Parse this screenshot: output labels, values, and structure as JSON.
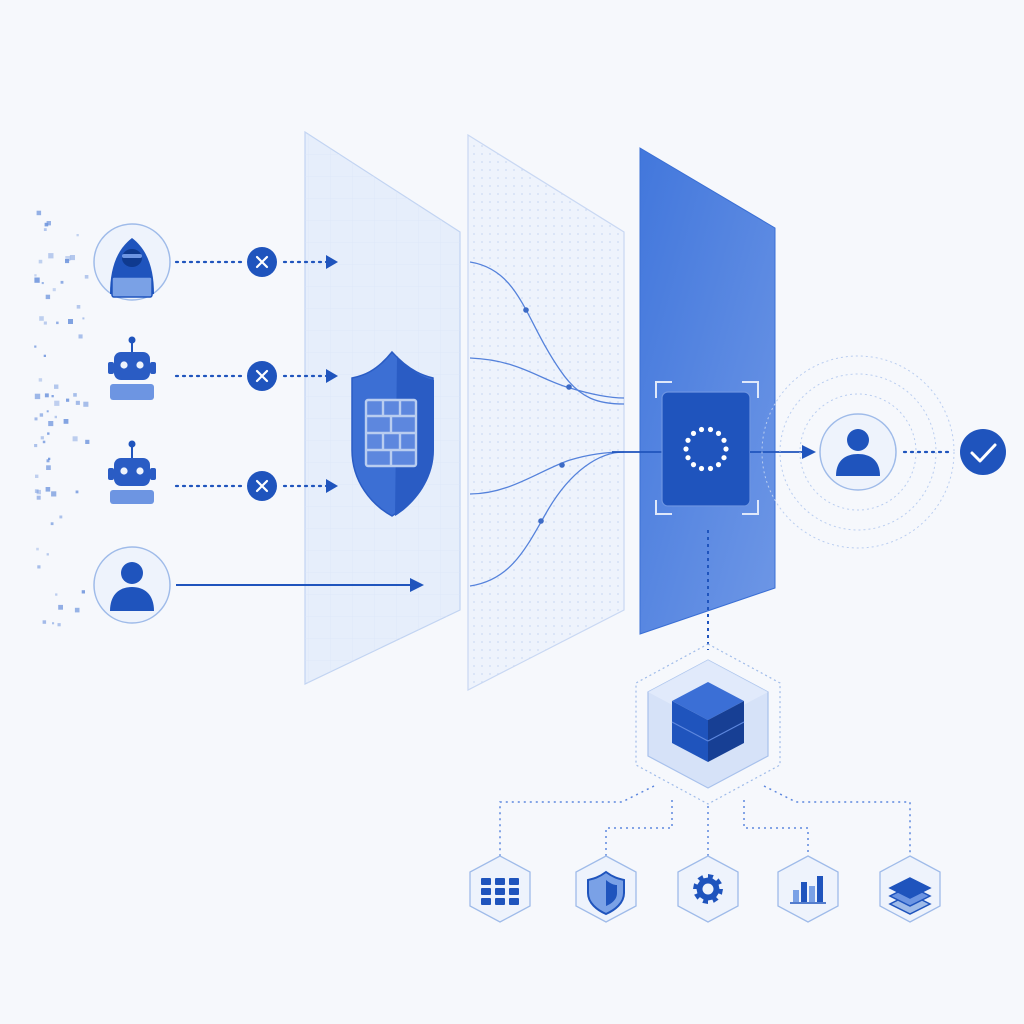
{
  "colors": {
    "background": "#f6f8fc",
    "primary": "#1f54bd",
    "accent": "#3b6fd6",
    "light_panel": "#e4ecfa",
    "panel_stroke": "#b9cdf0",
    "strong_panel": "#4a7ee0",
    "icon_fill": "#eef3fc"
  },
  "sources": [
    {
      "id": "hacker",
      "icon": "hacker-icon",
      "status": "blocked"
    },
    {
      "id": "bot-1",
      "icon": "robot-icon",
      "status": "blocked"
    },
    {
      "id": "bot-2",
      "icon": "robot-icon",
      "status": "blocked"
    },
    {
      "id": "user",
      "icon": "user-icon",
      "status": "allowed"
    }
  ],
  "layers": [
    {
      "id": "firewall-layer",
      "icon": "firewall-shield-icon"
    },
    {
      "id": "routing-layer",
      "icon": "flow-lines"
    },
    {
      "id": "verification-layer",
      "icon": "scan-frame-icon"
    }
  ],
  "result": {
    "icon": "user-icon",
    "status_icon": "check-circle-icon"
  },
  "core": {
    "icon": "cube-icon"
  },
  "services": [
    {
      "id": "grid",
      "icon": "grid-icon"
    },
    {
      "id": "security",
      "icon": "shield-icon"
    },
    {
      "id": "settings",
      "icon": "gear-icon"
    },
    {
      "id": "analytics",
      "icon": "bar-chart-icon"
    },
    {
      "id": "storage",
      "icon": "layers-icon"
    }
  ]
}
